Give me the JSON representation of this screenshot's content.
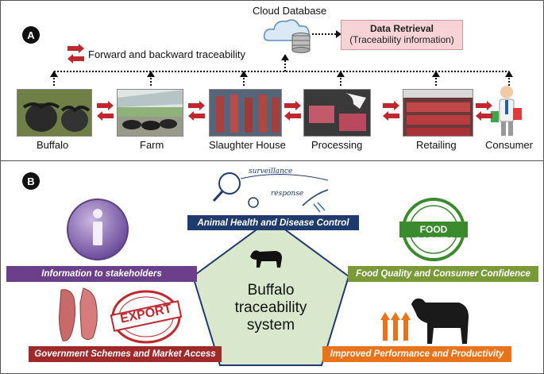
{
  "panel_a": {
    "badge": "A",
    "cloud_label": "Cloud Database",
    "retrieval_title": "Data Retrieval",
    "retrieval_subtitle": "(Traceability information)",
    "legend_text": "Forward and backward traceability",
    "stages": [
      {
        "label": "Buffalo"
      },
      {
        "label": "Farm"
      },
      {
        "label": "Slaughter House"
      },
      {
        "label": "Processing"
      },
      {
        "label": "Retailing"
      },
      {
        "label": "Consumer"
      }
    ]
  },
  "panel_b": {
    "badge": "B",
    "top_icon_text_1": "surveillance",
    "top_icon_text_2": "response",
    "food_safety_text": "FOOD SAFETY",
    "export_text": "EXPORT",
    "center_title": "Buffalo traceability system",
    "bars": {
      "animal_health": "Animal Health and Disease Control",
      "information": "Information to stakeholders",
      "food_quality": "Food Quality and Consumer Confidence",
      "government": "Government Schemes and Market Access",
      "performance": "Improved Performance and Productivity"
    }
  },
  "colors": {
    "arrow_red": "#c0272d",
    "animal_health_bar": "#1f3b6e",
    "information_bar": "#6b3f8a",
    "food_quality_bar": "#7a9a3a",
    "government_bar": "#9e2a2b",
    "performance_bar": "#e8731a",
    "pentagon_fill": "#d9e8cc"
  }
}
